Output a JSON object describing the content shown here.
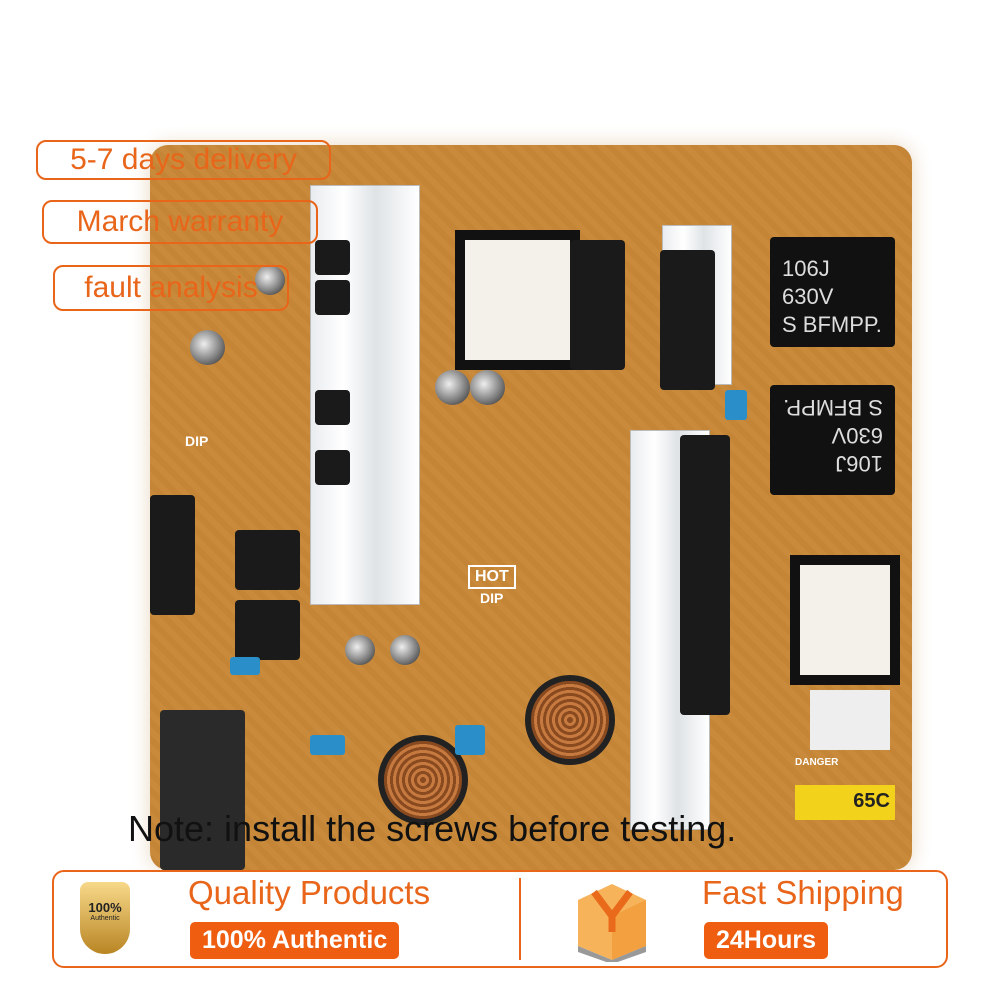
{
  "overlays": {
    "delivery": "5-7 days delivery",
    "warranty": "March warranty",
    "fault": "fault analysis"
  },
  "board": {
    "cap_text_1": "106J 630V",
    "cap_text_2": "S BFMPP.",
    "hot": "HOT",
    "dip": "DIP",
    "model": "65C",
    "danger": "DANGER"
  },
  "note": "Note: install the screws before testing.",
  "banner": {
    "quality_title": "Quality Products",
    "quality_badge": "100% Authentic",
    "seal_pct": "100%",
    "seal_text": "Authentic",
    "shipping_title": "Fast Shipping",
    "shipping_badge": "24Hours"
  },
  "colors": {
    "accent": "#e8651a",
    "badge": "#ee5d10",
    "board": "#c98a3c"
  }
}
